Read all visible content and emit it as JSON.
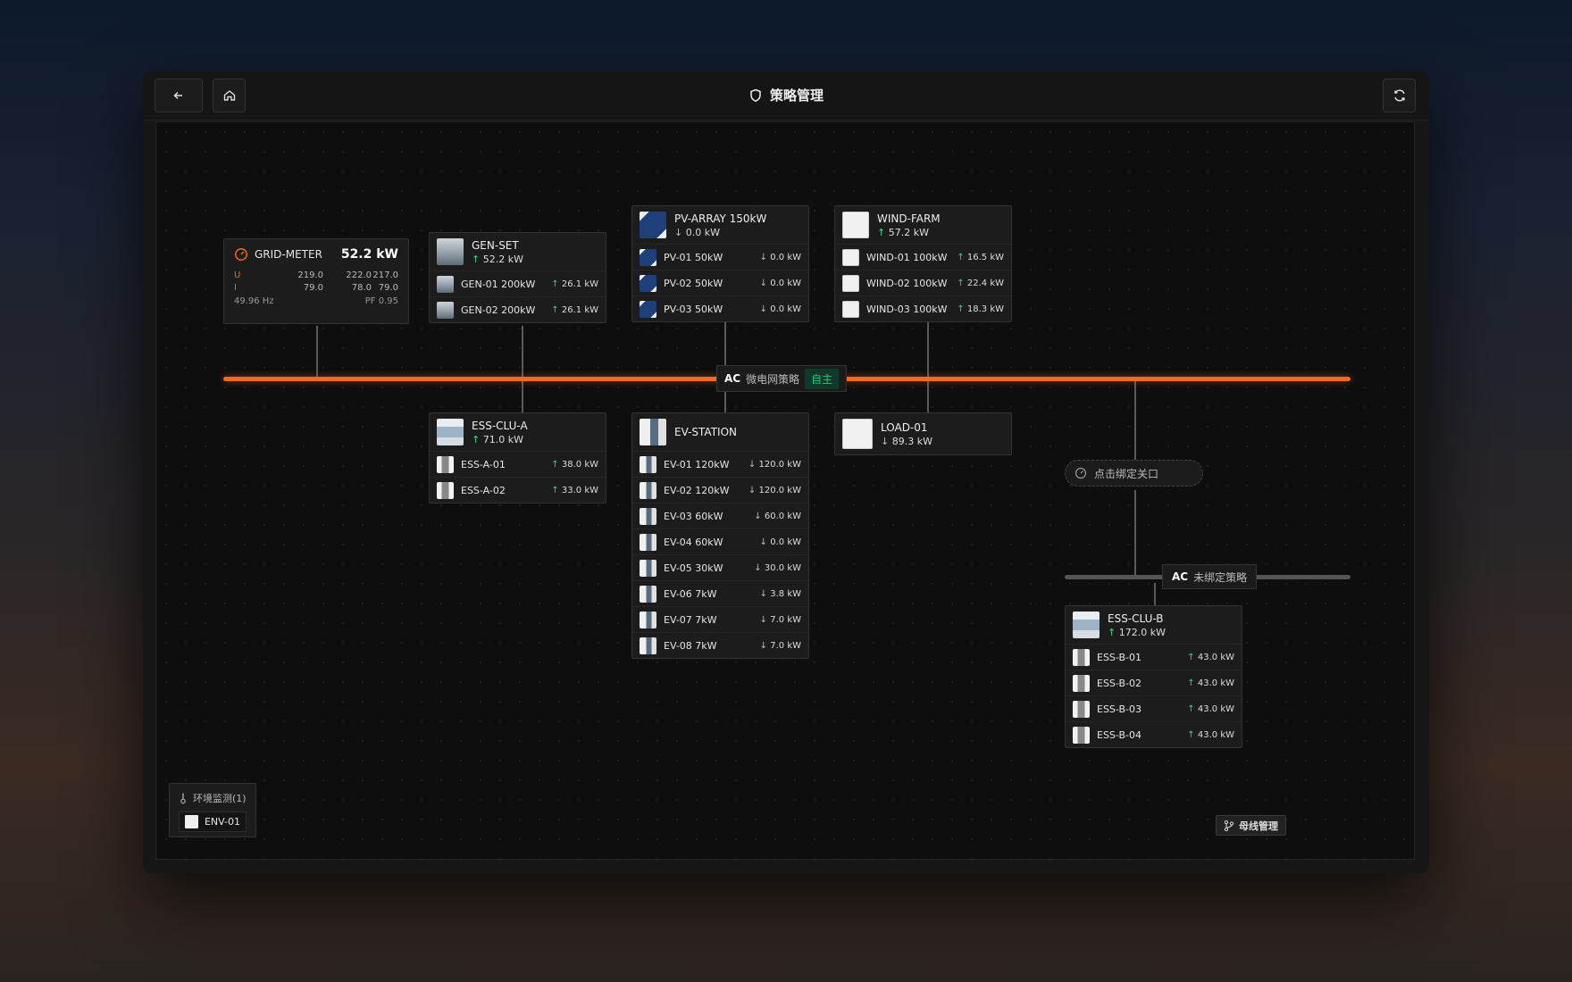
{
  "window": {
    "title": "策略管理"
  },
  "grid_meter": {
    "name": "GRID-METER",
    "power": "52.2 kW",
    "u_label": "U",
    "i_label": "I",
    "u": [
      "219.0",
      "222.0",
      "217.0"
    ],
    "i": [
      "79.0",
      "78.0",
      "79.0"
    ],
    "freq": "49.96 Hz",
    "pf": "PF 0.95"
  },
  "gen_set": {
    "name": "GEN-SET",
    "power": "52.2 kW",
    "rows": [
      {
        "name": "GEN-01 200kW",
        "value": "26.1 kW"
      },
      {
        "name": "GEN-02 200kW",
        "value": "26.1 kW"
      }
    ]
  },
  "pv_array": {
    "name": "PV-ARRAY 150kW",
    "power": "0.0 kW",
    "rows": [
      {
        "name": "PV-01 50kW",
        "value": "0.0 kW"
      },
      {
        "name": "PV-02 50kW",
        "value": "0.0 kW"
      },
      {
        "name": "PV-03 50kW",
        "value": "0.0 kW"
      }
    ]
  },
  "wind_farm": {
    "name": "WIND-FARM",
    "power": "57.2 kW",
    "rows": [
      {
        "name": "WIND-01 100kW",
        "value": "16.5 kW"
      },
      {
        "name": "WIND-02 100kW",
        "value": "22.4 kW"
      },
      {
        "name": "WIND-03 100kW",
        "value": "18.3 kW"
      }
    ]
  },
  "ess_a": {
    "name": "ESS-CLU-A",
    "power": "71.0 kW",
    "rows": [
      {
        "name": "ESS-A-01",
        "value": "38.0 kW"
      },
      {
        "name": "ESS-A-02",
        "value": "33.0 kW"
      }
    ]
  },
  "ev_station": {
    "name": "EV-STATION",
    "rows": [
      {
        "name": "EV-01 120kW",
        "value": "120.0 kW"
      },
      {
        "name": "EV-02 120kW",
        "value": "120.0 kW"
      },
      {
        "name": "EV-03 60kW",
        "value": "60.0 kW"
      },
      {
        "name": "EV-04 60kW",
        "value": "0.0 kW"
      },
      {
        "name": "EV-05 30kW",
        "value": "30.0 kW"
      },
      {
        "name": "EV-06 7kW",
        "value": "3.8 kW"
      },
      {
        "name": "EV-07 7kW",
        "value": "7.0 kW"
      },
      {
        "name": "EV-08 7kW",
        "value": "7.0 kW"
      }
    ]
  },
  "load": {
    "name": "LOAD-01",
    "power": "89.3 kW"
  },
  "ess_b": {
    "name": "ESS-CLU-B",
    "power": "172.0 kW",
    "rows": [
      {
        "name": "ESS-B-01",
        "value": "43.0 kW"
      },
      {
        "name": "ESS-B-02",
        "value": "43.0 kW"
      },
      {
        "name": "ESS-B-03",
        "value": "43.0 kW"
      },
      {
        "name": "ESS-B-04",
        "value": "43.0 kW"
      }
    ]
  },
  "main_bus": {
    "type": "AC",
    "label": "微电网策略",
    "mode": "自主",
    "color": "#f26a1b"
  },
  "bind_port": {
    "label": "点击绑定关口"
  },
  "sub_bus": {
    "type": "AC",
    "label": "未绑定策略",
    "color": "#555555"
  },
  "env": {
    "title": "环境监测(1)",
    "item": "ENV-01"
  },
  "bus_manage": {
    "label": "母线管理"
  },
  "colors": {
    "accent": "#f26a1b",
    "up": "#3fd08a",
    "mode": "#2ec27e"
  }
}
